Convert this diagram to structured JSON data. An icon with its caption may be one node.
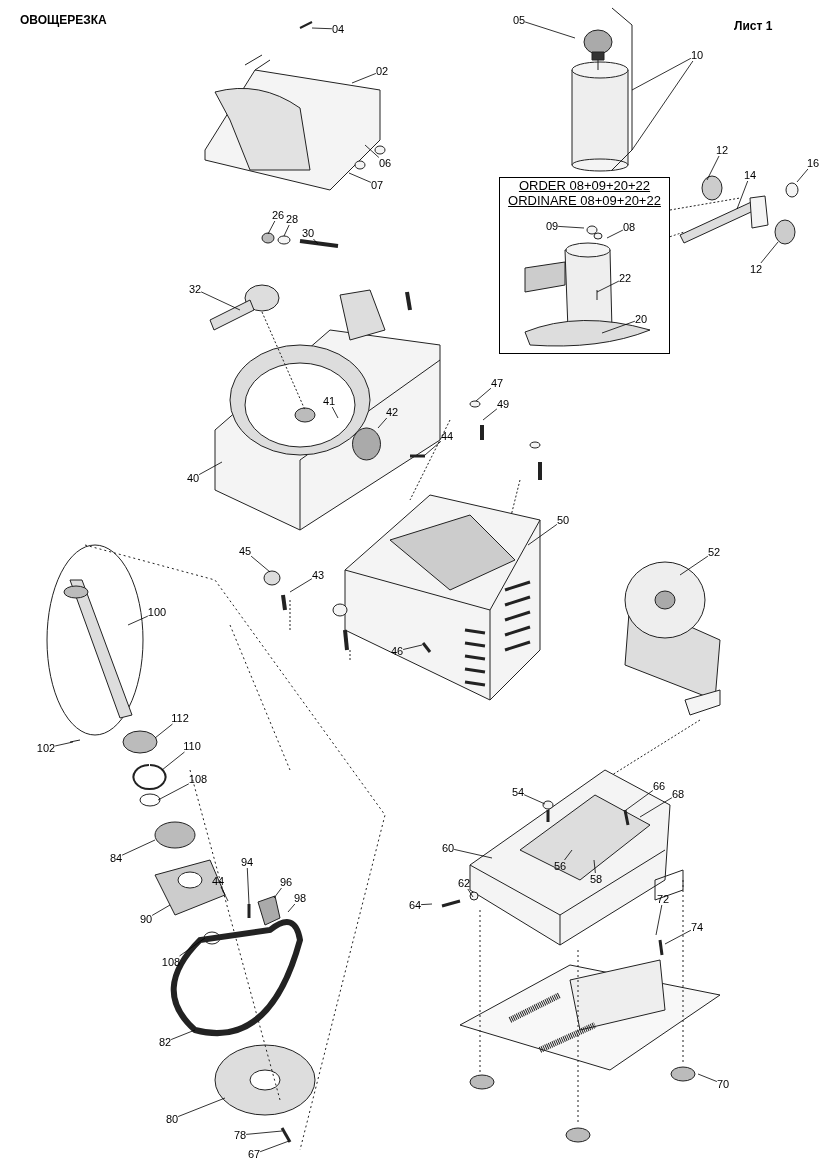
{
  "diagram": {
    "title": "ОВОЩЕРЕЗКА",
    "nodes": [
      {
        "text": [
          "ORDER 08+09+20+22",
          "ORDINARE 08+09+20+22"
        ]
      },
      {
        "text": [
          "04"
        ]
      },
      {
        "text": [
          "05"
        ]
      },
      {
        "text": [
          "10"
        ]
      },
      {
        "text": [
          "02"
        ]
      },
      {
        "text": [
          "06"
        ]
      },
      {
        "text": [
          "07"
        ]
      },
      {
        "text": [
          "12"
        ]
      },
      {
        "text": [
          "14"
        ]
      },
      {
        "text": [
          "16"
        ]
      },
      {
        "text": [
          "12"
        ]
      },
      {
        "text": [
          "09"
        ],
        "in": 0
      },
      {
        "text": [
          "08"
        ],
        "in": 0
      },
      {
        "text": [
          "22"
        ],
        "in": 0
      },
      {
        "text": [
          "20"
        ],
        "in": 0
      },
      {
        "text": [
          "26"
        ]
      },
      {
        "text": [
          "28"
        ]
      },
      {
        "text": [
          "30"
        ]
      },
      {
        "text": [
          "32"
        ]
      },
      {
        "text": [
          "41"
        ]
      },
      {
        "text": [
          "47"
        ]
      },
      {
        "text": [
          "49"
        ]
      },
      {
        "text": [
          "42"
        ]
      },
      {
        "text": [
          "44"
        ]
      },
      {
        "text": [
          "40"
        ]
      },
      {
        "text": [
          "50"
        ]
      },
      {
        "text": [
          "52"
        ]
      },
      {
        "text": [
          "45"
        ]
      },
      {
        "text": [
          "43"
        ]
      },
      {
        "text": [
          "46"
        ]
      },
      {
        "text": [
          "100"
        ]
      },
      {
        "text": [
          "112"
        ]
      },
      {
        "text": [
          "102"
        ]
      },
      {
        "text": [
          "110"
        ]
      },
      {
        "text": [
          "108"
        ]
      },
      {
        "text": [
          "84"
        ]
      },
      {
        "text": [
          "54"
        ]
      },
      {
        "text": [
          "66"
        ]
      },
      {
        "text": [
          "68"
        ]
      },
      {
        "text": [
          "60"
        ]
      },
      {
        "text": [
          "56"
        ]
      },
      {
        "text": [
          "58"
        ]
      },
      {
        "text": [
          "94"
        ]
      },
      {
        "text": [
          "44"
        ]
      },
      {
        "text": [
          "96"
        ]
      },
      {
        "text": [
          "98"
        ]
      },
      {
        "text": [
          "90"
        ]
      },
      {
        "text": [
          "62"
        ]
      },
      {
        "text": [
          "64"
        ]
      },
      {
        "text": [
          "72"
        ]
      },
      {
        "text": [
          "74"
        ]
      },
      {
        "text": [
          "108"
        ]
      },
      {
        "text": [
          "82"
        ]
      },
      {
        "text": [
          "70"
        ]
      },
      {
        "text": [
          "80"
        ]
      },
      {
        "text": [
          "78"
        ]
      },
      {
        "text": [
          "67"
        ]
      }
    ],
    "edges": [
      {
        "from": 1,
        "to": null,
        "arrow": "none"
      },
      {
        "from": 2,
        "to": null,
        "arrow": "none"
      },
      {
        "from": 3,
        "to": null,
        "arrow": "none"
      },
      {
        "from": 4,
        "to": null,
        "arrow": "none"
      },
      {
        "from": 5,
        "to": null,
        "arrow": "none"
      },
      {
        "from": 6,
        "to": null,
        "arrow": "none"
      },
      {
        "from": 7,
        "to": null,
        "arrow": "none"
      },
      {
        "from": 8,
        "to": null,
        "arrow": "none"
      },
      {
        "from": 9,
        "to": null,
        "arrow": "none"
      },
      {
        "from": 10,
        "to": null,
        "arrow": "none"
      },
      {
        "from": 11,
        "to": null,
        "arrow": "none"
      },
      {
        "from": 12,
        "to": null,
        "arrow": "none"
      },
      {
        "from": 13,
        "to": null,
        "arrow": "none"
      },
      {
        "from": 14,
        "to": null,
        "arrow": "none"
      },
      {
        "from": 15,
        "to": null,
        "arrow": "none"
      },
      {
        "from": 16,
        "to": null,
        "arrow": "none"
      },
      {
        "from": 17,
        "to": null,
        "arrow": "none"
      },
      {
        "from": 18,
        "to": null,
        "arrow": "none"
      },
      {
        "from": 19,
        "to": null,
        "arrow": "none"
      },
      {
        "from": 20,
        "to": null,
        "arrow": "none"
      },
      {
        "from": 21,
        "to": null,
        "arrow": "none"
      },
      {
        "from": 22,
        "to": null,
        "arrow": "none"
      },
      {
        "from": 23,
        "to": null,
        "arrow": "none"
      },
      {
        "from": 24,
        "to": null,
        "arrow": "none"
      },
      {
        "from": 25,
        "to": null,
        "arrow": "none"
      },
      {
        "from": 26,
        "to": null,
        "arrow": "none"
      },
      {
        "from": 27,
        "to": null,
        "arrow": "none"
      },
      {
        "from": 28,
        "to": null,
        "arrow": "none"
      },
      {
        "from": 29,
        "to": null,
        "arrow": "none"
      },
      {
        "from": 30,
        "to": null,
        "arrow": "none"
      },
      {
        "from": 31,
        "to": null,
        "arrow": "none"
      },
      {
        "from": 32,
        "to": null,
        "arrow": "none"
      },
      {
        "from": 33,
        "to": null,
        "arrow": "none"
      },
      {
        "from": 34,
        "to": null,
        "arrow": "none"
      },
      {
        "from": 35,
        "to": null,
        "arrow": "none"
      },
      {
        "from": 36,
        "to": null,
        "arrow": "none"
      },
      {
        "from": 37,
        "to": null,
        "arrow": "none"
      },
      {
        "from": 38,
        "to": null,
        "arrow": "none"
      },
      {
        "from": 39,
        "to": null,
        "arrow": "none"
      },
      {
        "from": 40,
        "to": null,
        "arrow": "none"
      },
      {
        "from": 41,
        "to": null,
        "arrow": "none"
      },
      {
        "from": 42,
        "to": null,
        "arrow": "none"
      },
      {
        "from": 43,
        "to": null,
        "arrow": "none"
      },
      {
        "from": 44,
        "to": null,
        "arrow": "none"
      },
      {
        "from": 45,
        "to": null,
        "arrow": "none"
      },
      {
        "from": 46,
        "to": null,
        "arrow": "none"
      },
      {
        "from": 47,
        "to": null,
        "arrow": "none"
      },
      {
        "from": 48,
        "to": null,
        "arrow": "none"
      },
      {
        "from": 49,
        "to": null,
        "arrow": "none"
      },
      {
        "from": 50,
        "to": null,
        "arrow": "none"
      },
      {
        "from": 51,
        "to": null,
        "arrow": "none"
      },
      {
        "from": 52,
        "to": null,
        "arrow": "none"
      },
      {
        "from": 53,
        "to": null,
        "arrow": "none"
      },
      {
        "from": 54,
        "to": null,
        "arrow": "none"
      },
      {
        "from": 55,
        "to": null,
        "arrow": "none"
      },
      {
        "from": 56,
        "to": null,
        "arrow": "none"
      },
      {
        "from": 3,
        "to": null,
        "arrow": "none"
      },
      {
        "from": 0,
        "to": null,
        "arrow": "none",
        "style": "dashed"
      }
    ],
    "labels": [
      "Лист 1"
    ]
  }
}
